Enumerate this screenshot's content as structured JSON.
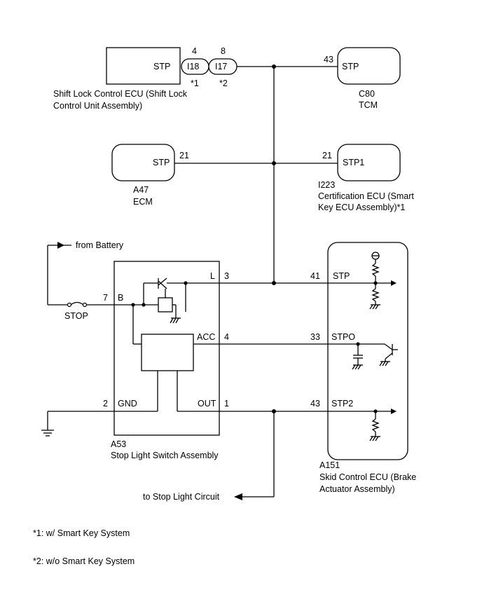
{
  "components": {
    "shift_lock": {
      "pin": "STP",
      "name1": "Shift Lock Control ECU (Shift Lock",
      "name2": "Control Unit Assembly)"
    },
    "junction_i18": {
      "id": "I18",
      "pin": "4",
      "note": "*1"
    },
    "junction_i17": {
      "id": "I17",
      "pin": "8",
      "note": "*2"
    },
    "tcm": {
      "pin_label": "STP",
      "pin_no": "43",
      "code": "C80",
      "name": "TCM"
    },
    "ecm": {
      "pin_label": "STP",
      "pin_no": "21",
      "code": "A47",
      "name": "ECM"
    },
    "cert_ecu": {
      "pin_label": "STP1",
      "pin_no": "21",
      "code": "I223",
      "name1": "Certification ECU (Smart",
      "name2": "Key ECU Assembly)*1"
    },
    "stop_switch": {
      "code": "A53",
      "name": "Stop Light Switch Assembly",
      "pin_b_no": "7",
      "pin_b": "B",
      "pin_l": "L",
      "pin_l_no": "3",
      "pin_acc": "ACC",
      "pin_acc_no": "4",
      "pin_gnd_no": "2",
      "pin_gnd": "GND",
      "pin_out": "OUT",
      "pin_out_no": "1"
    },
    "skid_ecu": {
      "code": "A151",
      "name1": "Skid Control ECU (Brake",
      "name2": "Actuator Assembly)",
      "stp_no": "41",
      "stp": "STP",
      "stpo_no": "33",
      "stpo": "STPO",
      "stp2_no": "43",
      "stp2": "STP2"
    }
  },
  "labels": {
    "from_battery": "from Battery",
    "stop_fuse": "STOP",
    "to_stop_light": "to Stop Light Circuit"
  },
  "footnotes": {
    "note1": "*1: w/ Smart Key System",
    "note2": "*2: w/o Smart Key System"
  }
}
